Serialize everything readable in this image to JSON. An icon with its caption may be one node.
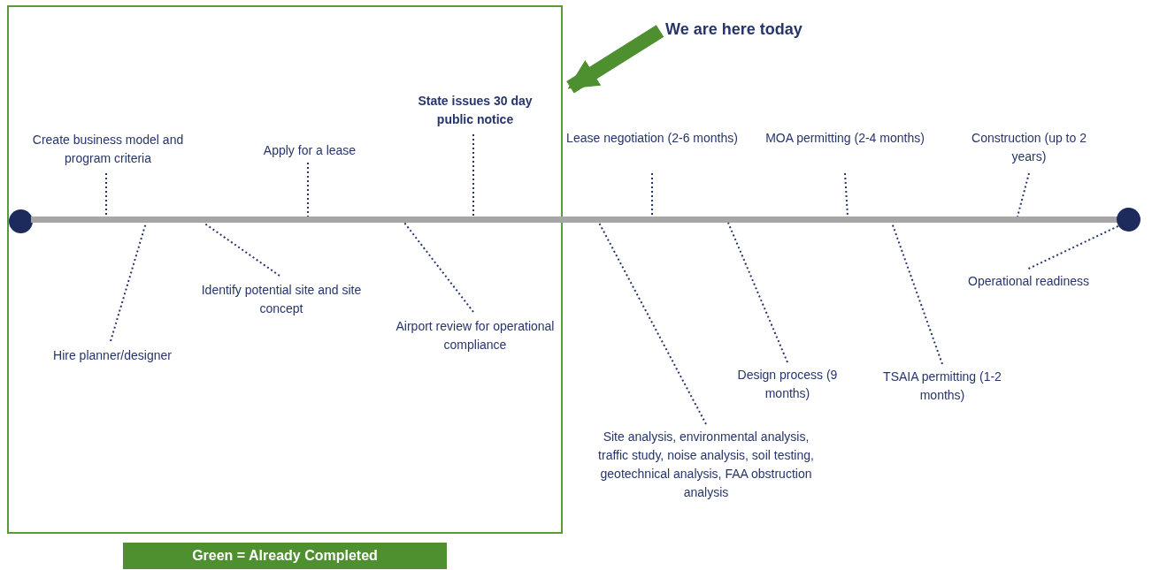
{
  "diagram": {
    "nodes": [
      {
        "text": [],
        "shape": "box"
      },
      {
        "text": [],
        "shape": "circle",
        "in": 0
      },
      {
        "text": [],
        "shape": "circle"
      },
      {
        "text": [],
        "shape": "bar"
      },
      {
        "text": [
          "Create business model and program criteria"
        ],
        "in": 0
      },
      {
        "text": [
          "Hire planner/designer"
        ],
        "in": 0
      },
      {
        "text": [
          "Identify potential site and site concept"
        ],
        "in": 0
      },
      {
        "text": [
          "Apply for a lease"
        ],
        "in": 0
      },
      {
        "text": [
          "Airport review for operational compliance"
        ],
        "in": 0
      },
      {
        "text": [
          "State issues 30 day public notice"
        ],
        "in": 0
      },
      {
        "text": [
          "Lease negotiation (2-6 months)"
        ]
      },
      {
        "text": [
          "Site analysis, environmental analysis, traffic study, noise analysis, soil testing, geotechnical analysis, FAA obstruction analysis"
        ]
      },
      {
        "text": [
          "Design process (9 months)"
        ]
      },
      {
        "text": [
          "MOA permitting (2-4 months)"
        ]
      },
      {
        "text": [
          "TSAIA permitting (1-2 months)"
        ]
      },
      {
        "text": [
          "Construction (up to 2 years)"
        ]
      },
      {
        "text": [
          "Operational readiness"
        ]
      },
      {
        "text": [
          "We are here today"
        ]
      },
      {
        "text": [
          "Green = Already Completed"
        ]
      }
    ],
    "edges": [
      {
        "from": 4,
        "to": 3,
        "arrow": "none",
        "style": "dashed"
      },
      {
        "from": 5,
        "to": 3,
        "arrow": "none",
        "style": "dashed"
      },
      {
        "from": 6,
        "to": 3,
        "arrow": "none",
        "style": "dashed"
      },
      {
        "from": 7,
        "to": 3,
        "arrow": "none",
        "style": "dashed"
      },
      {
        "from": 8,
        "to": 3,
        "arrow": "none",
        "style": "dashed"
      },
      {
        "from": 9,
        "to": 3,
        "arrow": "none",
        "style": "dashed"
      },
      {
        "from": 10,
        "to": 3,
        "arrow": "none",
        "style": "dashed"
      },
      {
        "from": 11,
        "to": 3,
        "arrow": "none",
        "style": "dashed"
      },
      {
        "from": 12,
        "to": 3,
        "arrow": "none",
        "style": "dashed"
      },
      {
        "from": 13,
        "to": 3,
        "arrow": "none",
        "style": "dashed"
      },
      {
        "from": 14,
        "to": 3,
        "arrow": "none",
        "style": "dashed"
      },
      {
        "from": 15,
        "to": 3,
        "arrow": "none",
        "style": "dashed"
      },
      {
        "from": 16,
        "to": 2,
        "arrow": "none",
        "style": "dashed"
      },
      {
        "from": 17,
        "to": 0,
        "arrow": "to",
        "style": "thick",
        "color": "#4e8f2f"
      }
    ]
  }
}
